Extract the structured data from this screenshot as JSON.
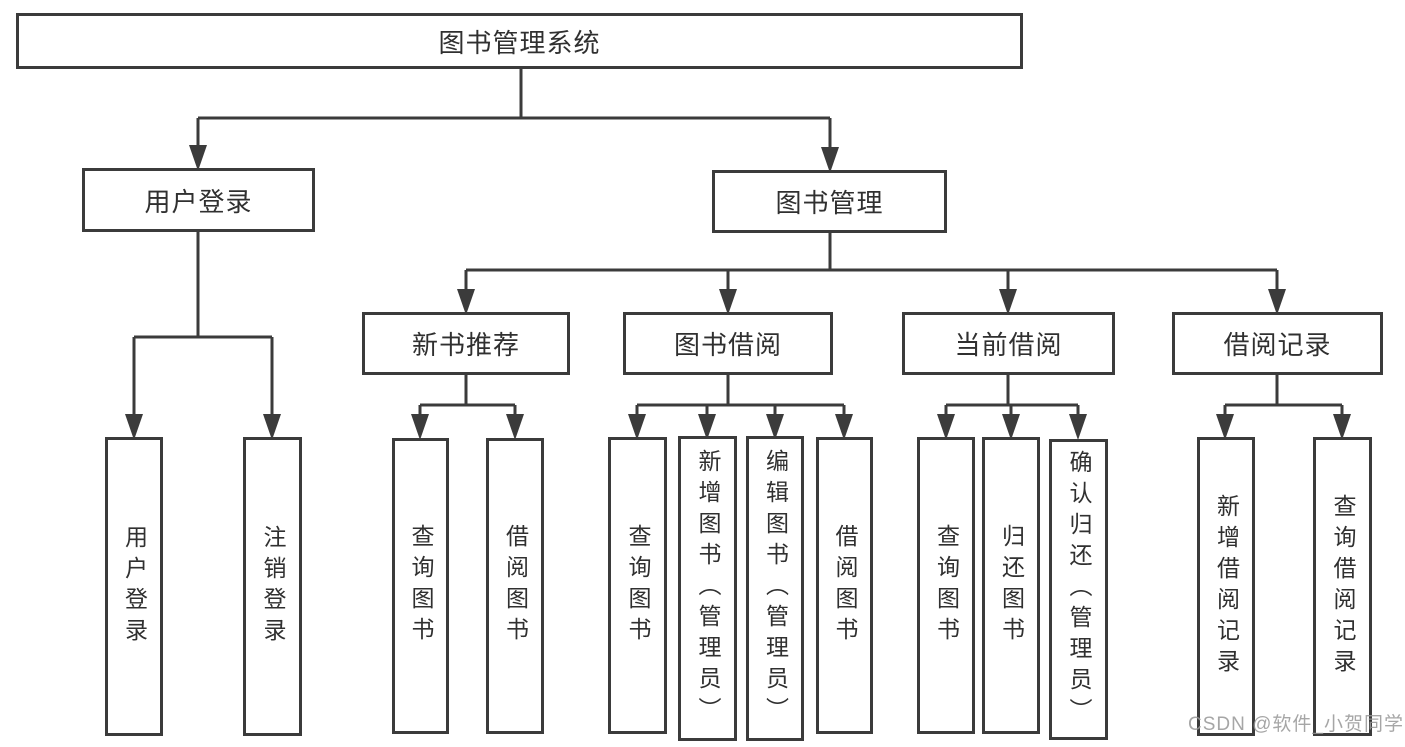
{
  "diagram": {
    "root": {
      "label": "图书管理系统"
    },
    "branches": [
      {
        "label": "用户登录",
        "children": [
          {
            "label": "用户登录"
          },
          {
            "label": "注销登录"
          }
        ]
      },
      {
        "label": "图书管理",
        "children": [
          {
            "label": "新书推荐",
            "children": [
              {
                "label": "查询图书"
              },
              {
                "label": "借阅图书"
              }
            ]
          },
          {
            "label": "图书借阅",
            "children": [
              {
                "label": "查询图书"
              },
              {
                "label": "新增图书（管理员）"
              },
              {
                "label": "编辑图书（管理员）"
              },
              {
                "label": "借阅图书"
              }
            ]
          },
          {
            "label": "当前借阅",
            "children": [
              {
                "label": "查询图书"
              },
              {
                "label": "归还图书"
              },
              {
                "label": "确认归还（管理员）"
              }
            ]
          },
          {
            "label": "借阅记录",
            "children": [
              {
                "label": "新增借阅记录"
              },
              {
                "label": "查询借阅记录"
              }
            ]
          }
        ]
      }
    ]
  },
  "watermark": {
    "text": "CSDN @软件_小贺同学"
  },
  "colors": {
    "line": "#3b3b3b",
    "text": "#303030",
    "watermark": "#969696",
    "background": "#ffffff"
  }
}
